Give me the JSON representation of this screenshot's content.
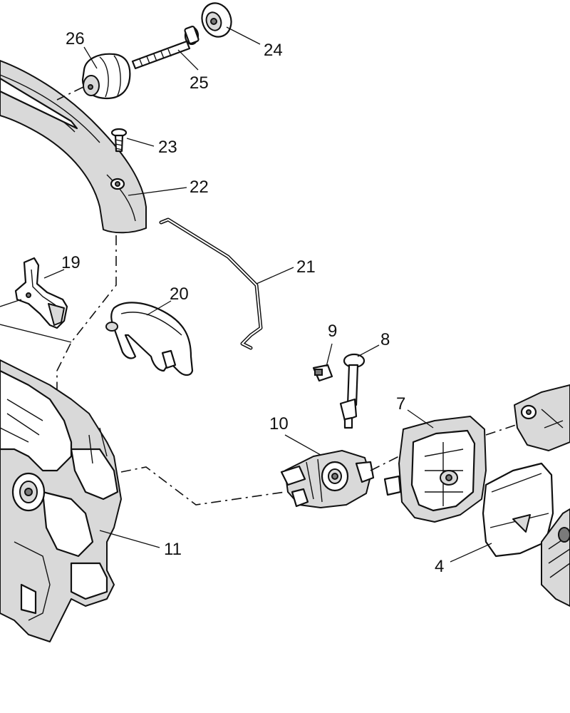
{
  "callouts": {
    "c26": "26",
    "c25": "25",
    "c24": "24",
    "c23": "23",
    "c22": "22",
    "c21": "21",
    "c20": "20",
    "c19": "19",
    "c11": "11",
    "c10": "10",
    "c9": "9",
    "c8": "8",
    "c7": "7",
    "c4": "4"
  }
}
